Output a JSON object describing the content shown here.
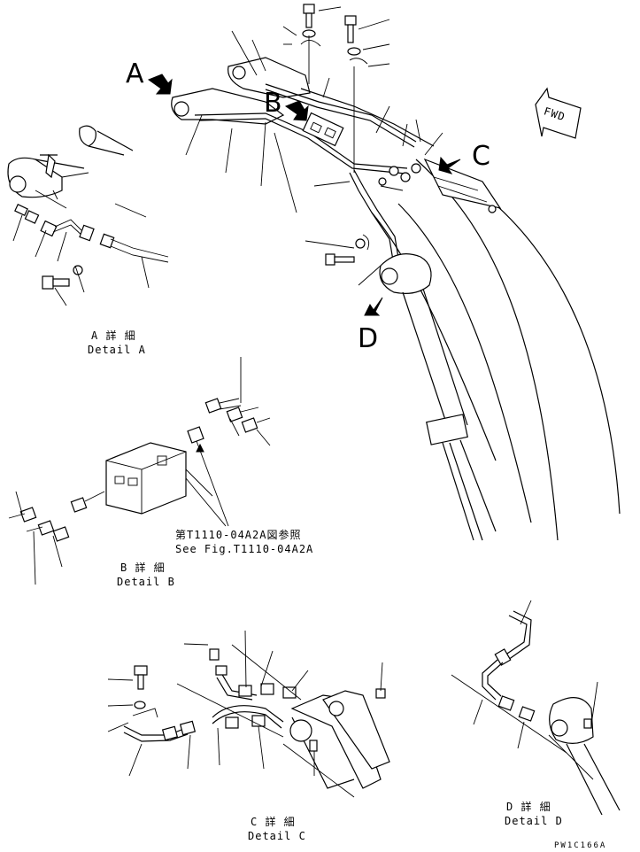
{
  "callouts": {
    "a": "A",
    "b": "B",
    "c": "C",
    "d": "D",
    "fwd": "FWD"
  },
  "details": {
    "a": {
      "jp": "A 詳 細",
      "en": "Detail A"
    },
    "b": {
      "jp": "B 詳 細",
      "en": "Detail B"
    },
    "c": {
      "jp": "C 詳 細",
      "en": "Detail C"
    },
    "d": {
      "jp": "D 詳 細",
      "en": "Detail D"
    }
  },
  "reference": {
    "jp": "第T1110-04A2A図参照",
    "en": "See Fig.T1110-04A2A"
  },
  "drawing_number": "PW1C166A",
  "colors": {
    "ink": "#000000",
    "paper": "#ffffff"
  }
}
